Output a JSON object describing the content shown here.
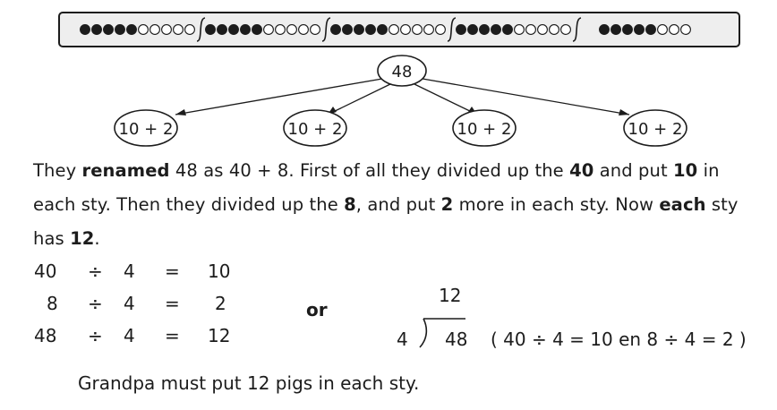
{
  "abacus": {
    "groups": [
      {
        "filled": 5,
        "empty": 5
      },
      {
        "filled": 5,
        "empty": 5
      },
      {
        "filled": 5,
        "empty": 5
      },
      {
        "filled": 5,
        "empty": 5
      },
      {
        "filled": 5,
        "empty": 3
      }
    ]
  },
  "tree": {
    "root": "48",
    "children": [
      "10 + 2",
      "10 + 2",
      "10 + 2",
      "10 + 2"
    ]
  },
  "paragraph": {
    "p1": "They ",
    "b1": "renamed",
    "p2": " 48 as 40 + 8.  First of all they divided up the ",
    "b2": "40",
    "p3": " and put ",
    "b3": "10",
    "p4": " in each sty.  Then they divided up the ",
    "b4": "8",
    "p5": ", and put ",
    "b5": "2",
    "p6": " more in each sty.  Now ",
    "b6": "each",
    "p7": " sty has ",
    "b7": "12",
    "p8": "."
  },
  "equations": [
    {
      "a": "40",
      "op": "÷",
      "b": "4",
      "eq": "=",
      "r": "10"
    },
    {
      "a": "8",
      "op": "÷",
      "b": "4",
      "eq": "=",
      "r": "2"
    },
    {
      "a": "48",
      "op": "÷",
      "b": "4",
      "eq": "=",
      "r": "12"
    }
  ],
  "or_text": "or",
  "long_division": {
    "quotient": "12",
    "divisor": "4",
    "dividend": "48",
    "note": "( 40 ÷ 4 = 10  en  8 ÷ 4 = 2 )"
  },
  "conclusion": "Grandpa must put 12 pigs in each sty.",
  "colors": {
    "ink": "#1c1c1c",
    "bar_fill": "#eeeeee"
  }
}
